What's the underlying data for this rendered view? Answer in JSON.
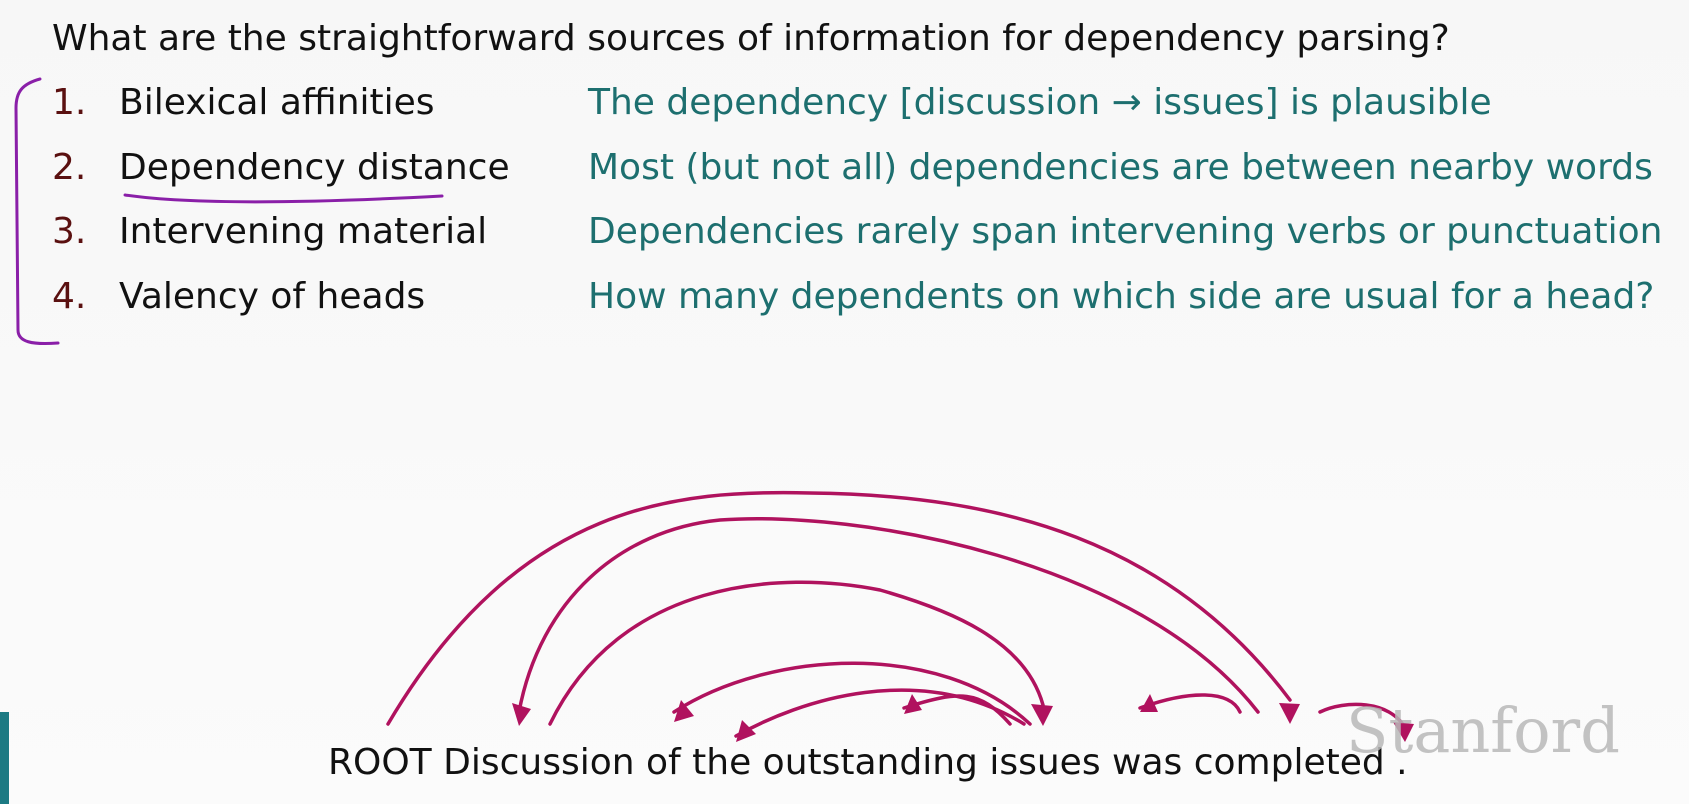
{
  "slide": {
    "question": "What are the straightforward sources of information for dependency parsing?",
    "items": [
      {
        "number": "1.",
        "label": "Bilexical affinities",
        "description": "The dependency [discussion → issues] is plausible"
      },
      {
        "number": "2.",
        "label": "Dependency distance",
        "description": "Most (but not all) dependencies are between nearby words"
      },
      {
        "number": "3.",
        "label": "Intervening material",
        "description": "Dependencies rarely span intervening verbs or punctuation"
      },
      {
        "number": "4.",
        "label": "Valency of heads",
        "description": "How many dependents on which side are usual for a head?"
      }
    ],
    "sentence": "ROOT Discussion of the outstanding issues was completed  .",
    "logo_text": "Stanford"
  },
  "colors": {
    "question_text": "#111111",
    "number_text": "#5a1010",
    "description_text": "#1d6f6f",
    "annotation_ink": "#8a1fa8",
    "arc_ink": "#b0125e",
    "logo": "#b9b9b9",
    "edge_bar": "#1c7a83"
  }
}
